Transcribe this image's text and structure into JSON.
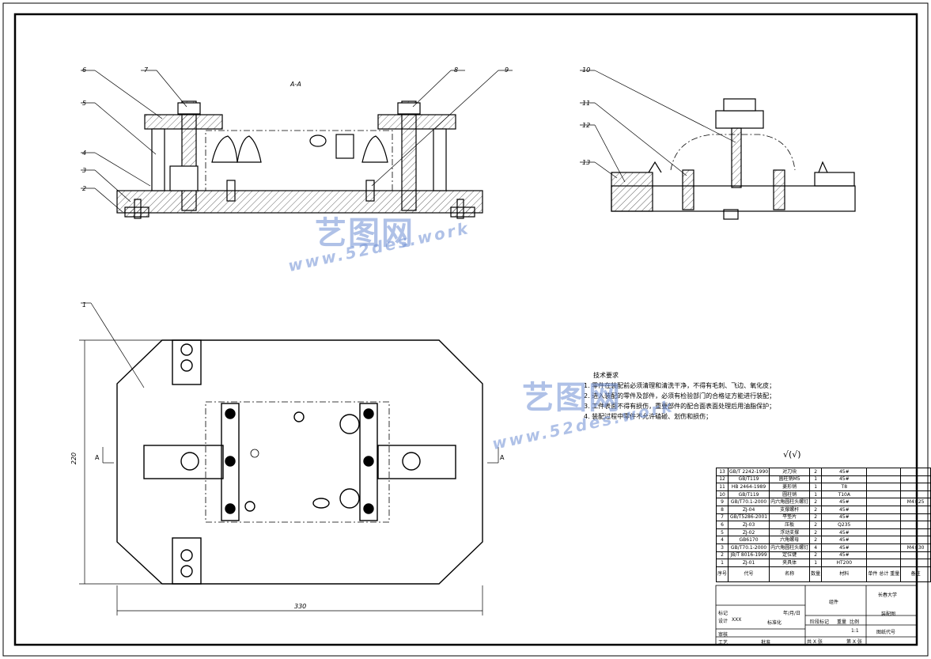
{
  "section_label": "A-A",
  "part_callouts": [
    "1",
    "2",
    "3",
    "4",
    "5",
    "6",
    "7",
    "8",
    "9",
    "10",
    "11",
    "12",
    "13"
  ],
  "dimensions": {
    "height": "220",
    "width": "330"
  },
  "section_marker": "A",
  "tech_requirements": {
    "title": "技术要求",
    "items": [
      "1. 零件在装配前必须清理和清洗干净，不得有毛刺、飞边、氧化皮；",
      "2. 进入装配的零件及部件，必须有检验部门的合格证方能进行装配；",
      "3. 工件表面不得有损伤，重要部件的配合面表面处理后用油脂保护；",
      "4. 装配过程中零件不允许磕碰、划伤和损伤；"
    ]
  },
  "roughness_symbol": "√(√)",
  "watermark": {
    "brand": "艺图网",
    "url": "www.52des.work"
  },
  "bom": {
    "rows": [
      [
        "13",
        "GB/T 2242-1990",
        "对刀块",
        "2",
        "45#",
        "",
        ""
      ],
      [
        "12",
        "GB/T119",
        "圆柱销M5",
        "1",
        "45#",
        "",
        ""
      ],
      [
        "11",
        "HB 2464-1989",
        "菱形销",
        "1",
        "T8",
        "",
        ""
      ],
      [
        "10",
        "GB/T119",
        "圆柱销",
        "1",
        "T10A",
        "",
        ""
      ],
      [
        "9",
        "GB/T70.1-2000",
        "内六角圆柱头螺钉",
        "2",
        "45#",
        "",
        "M4×25"
      ],
      [
        "8",
        "ZJ-04",
        "支撑螺杆",
        "2",
        "45#",
        "",
        ""
      ],
      [
        "7",
        "GB/T5286-2001",
        "平垫片",
        "2",
        "45#",
        "",
        ""
      ],
      [
        "6",
        "ZJ-03",
        "压板",
        "2",
        "Q235",
        "",
        ""
      ],
      [
        "5",
        "ZJ-02",
        "浮动支撑",
        "2",
        "45#",
        "",
        ""
      ],
      [
        "4",
        "GB6170",
        "六角螺母",
        "2",
        "45#",
        "",
        ""
      ],
      [
        "3",
        "GB/T70.1-2000",
        "内六角圆柱头螺钉",
        "4",
        "45#",
        "",
        "M4×30"
      ],
      [
        "2",
        "JB/T 8016-1999",
        "定位键",
        "2",
        "45#",
        "",
        ""
      ],
      [
        "1",
        "ZJ-01",
        "夹具体",
        "1",
        "HT200",
        "",
        ""
      ]
    ],
    "header": [
      "序号",
      "代号",
      "名称",
      "数量",
      "材料",
      "单件 总计 重量",
      "备注"
    ]
  },
  "title_block": {
    "assembly": "组件",
    "school": "长春大学",
    "drawing_name": "装配图",
    "stage_label": "阶段标记",
    "weight_label": "重量",
    "scale_label": "比例",
    "scale": "1:1",
    "drawing_no_label": "图纸代号",
    "sheet_label": "共 X 张",
    "sheet_no_label": "第 X 张",
    "design_label": "设计",
    "designer": "XXX",
    "review_label": "审核",
    "process_label": "工艺",
    "approve_label": "批准",
    "revision_label": "标记",
    "standardize_label": "标准化",
    "date_label": "年/月/日"
  }
}
